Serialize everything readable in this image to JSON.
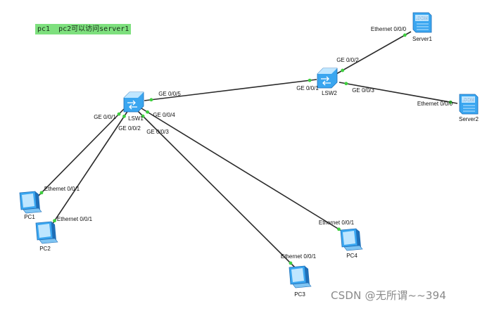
{
  "note": "pc1  pc2可以访问server1",
  "watermark": "CSDN @无所谓~~394",
  "devices": {
    "server1": {
      "label": "Server1",
      "kind": "server",
      "badge": ".COM"
    },
    "server2": {
      "label": "Server2",
      "kind": "server",
      "badge": ".COM"
    },
    "lsw2": {
      "label": "LSW2",
      "kind": "switch"
    },
    "lsw1": {
      "label": "LSW1",
      "kind": "switch"
    },
    "pc1": {
      "label": "PC1",
      "kind": "pc"
    },
    "pc2": {
      "label": "PC2",
      "kind": "pc"
    },
    "pc3": {
      "label": "PC3",
      "kind": "pc"
    },
    "pc4": {
      "label": "PC4",
      "kind": "pc"
    }
  },
  "links": [
    {
      "id": "lsw2-server1",
      "port_a": "GE 0/0/2",
      "port_b": "Ethernet 0/0/0"
    },
    {
      "id": "lsw2-server2",
      "port_a": "GE 0/0/3",
      "port_b": "Ethernet 0/0/0"
    },
    {
      "id": "lsw1-lsw2",
      "port_a": "GE 0/0/5",
      "port_b": "GE 0/0/1"
    },
    {
      "id": "lsw1-pc1",
      "port_a": "GE 0/0/1",
      "port_b": "Ethernet 0/0/1"
    },
    {
      "id": "lsw1-pc2",
      "port_a": "GE 0/0/2",
      "port_b": "Ethernet 0/0/1"
    },
    {
      "id": "lsw1-pc3",
      "port_a": "GE 0/0/3",
      "port_b": "Ethernet 0/0/1"
    },
    {
      "id": "lsw1-pc4",
      "port_a": "GE 0/0/4",
      "port_b": "Ethernet 0/0/1"
    }
  ],
  "colors": {
    "link": "#2b2b2b",
    "port_dot": "#3fcf3f",
    "device_blue": "#3aa6f0",
    "device_light": "#bfe6ff",
    "device_dark": "#1f6fb8"
  }
}
